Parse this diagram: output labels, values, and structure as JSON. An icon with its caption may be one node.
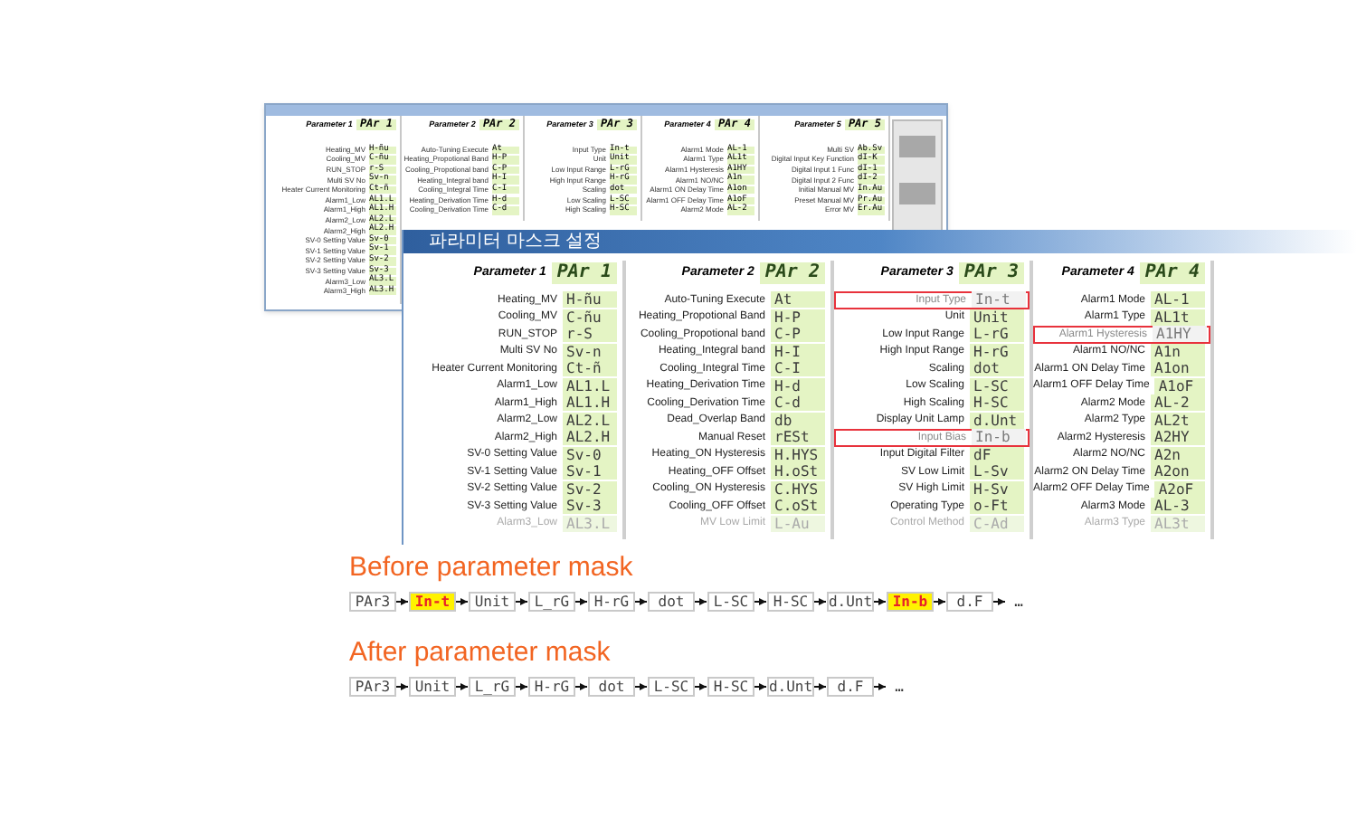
{
  "diagram": {
    "nodes": [
      {
        "text": [
          "PAr3"
        ]
      },
      {
        "text": [
          "In-t"
        ]
      },
      {
        "text": [
          "Unit"
        ]
      },
      {
        "text": [
          "L_rG"
        ]
      },
      {
        "text": [
          "H-rG"
        ]
      },
      {
        "text": [
          "dot"
        ]
      },
      {
        "text": [
          "L-SC"
        ]
      },
      {
        "text": [
          "H-SC"
        ]
      },
      {
        "text": [
          "d.Unt"
        ]
      },
      {
        "text": [
          "In-b"
        ]
      },
      {
        "text": [
          "d.F"
        ]
      },
      {
        "text": [
          "…"
        ]
      },
      {
        "text": [
          "PAr3"
        ]
      },
      {
        "text": [
          "Unit"
        ]
      },
      {
        "text": [
          "L_rG"
        ]
      },
      {
        "text": [
          "H-rG"
        ]
      },
      {
        "text": [
          "dot"
        ]
      },
      {
        "text": [
          "L-SC"
        ]
      },
      {
        "text": [
          "H-SC"
        ]
      },
      {
        "text": [
          "d.Unt"
        ]
      },
      {
        "text": [
          "d.F"
        ]
      },
      {
        "text": [
          "…"
        ]
      }
    ],
    "edges": [
      {
        "from": 0,
        "to": 1,
        "arrow": "to"
      },
      {
        "from": 1,
        "to": 2,
        "arrow": "to"
      },
      {
        "from": 2,
        "to": 3,
        "arrow": "to"
      },
      {
        "from": 3,
        "to": 4,
        "arrow": "to"
      },
      {
        "from": 4,
        "to": 5,
        "arrow": "to"
      },
      {
        "from": 5,
        "to": 6,
        "arrow": "to"
      },
      {
        "from": 6,
        "to": 7,
        "arrow": "to"
      },
      {
        "from": 7,
        "to": 8,
        "arrow": "to"
      },
      {
        "from": 8,
        "to": 9,
        "arrow": "to"
      },
      {
        "from": 9,
        "to": 10,
        "arrow": "to"
      },
      {
        "from": 10,
        "to": 11,
        "arrow": "to"
      },
      {
        "from": 12,
        "to": 13,
        "arrow": "to"
      },
      {
        "from": 13,
        "to": 14,
        "arrow": "to"
      },
      {
        "from": 14,
        "to": 15,
        "arrow": "to"
      },
      {
        "from": 15,
        "to": 16,
        "arrow": "to"
      },
      {
        "from": 16,
        "to": 17,
        "arrow": "to"
      },
      {
        "from": 17,
        "to": 18,
        "arrow": "to"
      },
      {
        "from": 18,
        "to": 19,
        "arrow": "to"
      },
      {
        "from": 19,
        "to": 20,
        "arrow": "to"
      },
      {
        "from": 20,
        "to": 21,
        "arrow": "to"
      }
    ],
    "labels": [
      "Parameter 1",
      "PAr 1",
      "Heating_MV",
      "H-ñu",
      "Cooling_MV",
      "C-ñu",
      "RUN_STOP",
      "r-S",
      "Multi SV No",
      "Sv-n",
      "Heater Current Monitoring",
      "Ct-ñ",
      "Alarm1_Low",
      "AL1.L",
      "Alarm1_High",
      "AL1.H",
      "Alarm2_Low",
      "AL2.L",
      "Alarm2_High",
      "AL2.H",
      "SV-0 Setting Value",
      "Sv-0",
      "SV-1 Setting Value",
      "Sv-1",
      "SV-2 Setting Value",
      "Sv-2",
      "SV-3 Setting Value",
      "Sv-3",
      "Alarm3_Low",
      "AL3.L",
      "Alarm3_High",
      "AL3.H",
      "Parameter 2",
      "PAr 2",
      "Auto-Tuning Execute",
      "At",
      "Heating_Propotional Band",
      "H-P",
      "Cooling_Propotional band",
      "C-P",
      "Heating_Integral band",
      "H-I",
      "Cooling_Integral Time",
      "C-I",
      "Heating_Derivation Time",
      "H-d",
      "Cooling_Derivation Time",
      "C-d",
      "Parameter 3",
      "PAr 3",
      "Input Type",
      "In-t",
      "Unit",
      "Unit",
      "Low Input Range",
      "L-rG",
      "High Input Range",
      "H-rG",
      "Scaling",
      "dot",
      "Low Scaling",
      "L-SC",
      "High Scaling",
      "H-SC",
      "Parameter 4",
      "PAr 4",
      "Alarm1 Mode",
      "AL-1",
      "Alarm1 Type",
      "AL1t",
      "Alarm1 Hysteresis",
      "A1HY",
      "Alarm1 NO/NC",
      "A1n",
      "Alarm1 ON Delay Time",
      "A1on",
      "Alarm1 OFF Delay Time",
      "A1oF",
      "Alarm2 Mode",
      "AL-2",
      "Parameter 5",
      "PAr 5",
      "Multi SV",
      "Ab.Sv",
      "Digital Input Key Function",
      "dI-K",
      "Digital Input 1 Func",
      "dI-1",
      "Digital Input 2 Func",
      "dI-2",
      "Initial Manual MV",
      "In.Au",
      "Preset Manual MV",
      "Pr.Au",
      "Error MV",
      "Er.Au",
      "파라미터 마스크 설정",
      "Parameter 1",
      "PAr 1",
      "Heating_MV",
      "H-ñu",
      "Cooling_MV",
      "C-ñu",
      "RUN_STOP",
      "r-S",
      "Multi SV No",
      "Sv-n",
      "Heater Current Monitoring",
      "Ct-ñ",
      "Alarm1_Low",
      "AL1.L",
      "Alarm1_High",
      "AL1.H",
      "Alarm2_Low",
      "AL2.L",
      "Alarm2_High",
      "AL2.H",
      "SV-0 Setting Value",
      "Sv-0",
      "SV-1 Setting Value",
      "Sv-1",
      "SV-2 Setting Value",
      "Sv-2",
      "SV-3 Setting Value",
      "Sv-3",
      "Alarm3_Low",
      "AL3.L",
      "Parameter 2",
      "PAr 2",
      "Auto-Tuning Execute",
      "At",
      "Heating_Propotional Band",
      "H-P",
      "Cooling_Propotional band",
      "C-P",
      "Heating_Integral band",
      "H-I",
      "Cooling_Integral Time",
      "C-I",
      "Heating_Derivation Time",
      "H-d",
      "Cooling_Derivation Time",
      "C-d",
      "Dead_Overlap Band",
      "db",
      "Manual Reset",
      "rESt",
      "Heating_ON Hysteresis",
      "H.HYS",
      "Heating_OFF Offset",
      "H.oSt",
      "Cooling_ON Hysteresis",
      "C.HYS",
      "Cooling_OFF Offset",
      "C.oSt",
      "MV Low Limit",
      "L-Au",
      "Parameter 3",
      "PAr 3",
      "Input Type",
      "In-t",
      "Unit",
      "Unit",
      "Low Input Range",
      "L-rG",
      "High Input Range",
      "H-rG",
      "Scaling",
      "dot",
      "Low Scaling",
      "L-SC",
      "High Scaling",
      "H-SC",
      "Display Unit Lamp",
      "d.Unt",
      "Input Bias",
      "In-b",
      "Input Digital Filter",
      "dF",
      "SV Low Limit",
      "L-Sv",
      "SV High Limit",
      "H-Sv",
      "Operating Type",
      "o-Ft",
      "Control Method",
      "C-Ad",
      "Parameter 4",
      "PAr 4",
      "Alarm1 Mode",
      "AL-1",
      "Alarm1 Type",
      "AL1t",
      "Alarm1 Hysteresis",
      "A1HY",
      "Alarm1 NO/NC",
      "A1n",
      "Alarm1 ON Delay Time",
      "A1on",
      "Alarm1 OFF Delay Time",
      "A1oF",
      "Alarm2 Mode",
      "AL-2",
      "Alarm2 Type",
      "AL2t",
      "Alarm2 Hysteresis",
      "A2HY",
      "Alarm2 NO/NC",
      "A2n",
      "Alarm2 ON Delay Time",
      "A2on",
      "Alarm2 OFF Delay Time",
      "A2oF",
      "Alarm3 Mode",
      "AL-3",
      "Alarm3 Type",
      "AL3t",
      "Before parameter mask",
      "After parameter mask"
    ]
  }
}
